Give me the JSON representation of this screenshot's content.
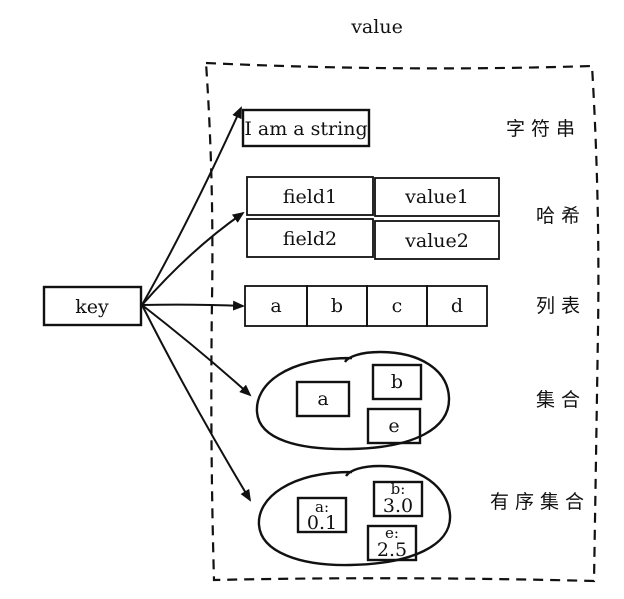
{
  "title": "value",
  "key_label": "key",
  "string": {
    "value": "I am a string",
    "category": "字符串"
  },
  "hash": {
    "category": "哈希",
    "fields": [
      {
        "field": "field1",
        "value": "value1"
      },
      {
        "field": "field2",
        "value": "value2"
      }
    ]
  },
  "list": {
    "category": "列表",
    "items": [
      "a",
      "b",
      "c",
      "d"
    ]
  },
  "set": {
    "category": "集合",
    "members": [
      "a",
      "b",
      "e"
    ]
  },
  "zset": {
    "category": "有序集合",
    "members": [
      {
        "member": "a:",
        "score": "0.1"
      },
      {
        "member": "b:",
        "score": "3.0"
      },
      {
        "member": "e:",
        "score": "2.5"
      }
    ]
  }
}
